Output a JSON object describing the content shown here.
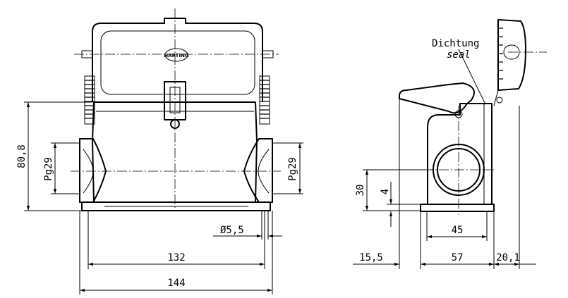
{
  "front_view": {
    "logo_text": "HARTING",
    "dims": {
      "height": "80,8",
      "thread_left": "Pg29",
      "thread_right": "Pg29",
      "hole": "Ø5,5",
      "mount_spacing": "132",
      "overall_width": "144"
    }
  },
  "side_view": {
    "label_de": "Dichtung",
    "label_en": "seal",
    "dims": {
      "height": "30",
      "base": "4",
      "hole_spacing": "45",
      "left_offset": "15,5",
      "base_width": "57",
      "right_offset": "20,1"
    }
  }
}
